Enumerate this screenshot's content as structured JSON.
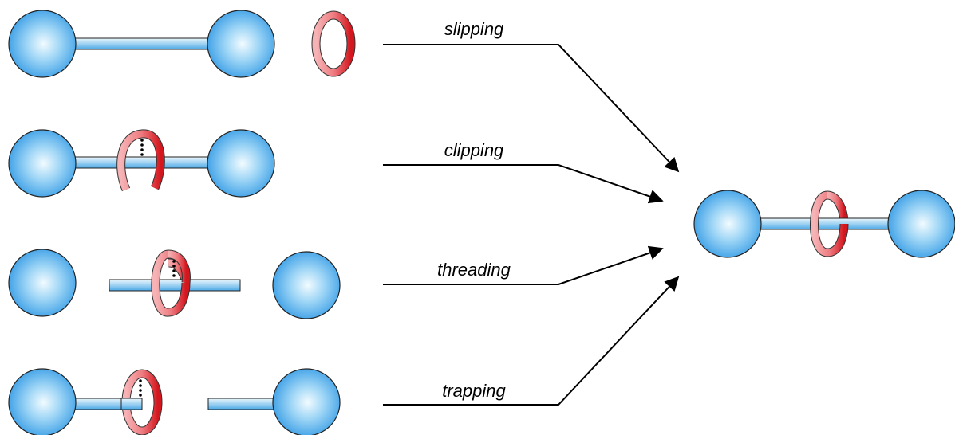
{
  "routes": [
    {
      "label": "slipping"
    },
    {
      "label": "clipping"
    },
    {
      "label": "threading"
    },
    {
      "label": "trapping"
    }
  ],
  "colors": {
    "sphere_highlight": "#f2fbff",
    "sphere_mid": "#7cc6f2",
    "sphere_edge": "#3a9ee6",
    "axle_light": "#dff1fb",
    "axle_dark": "#4aa8e6",
    "ring_dark": "#d8242c",
    "ring_light": "#f4a6a8",
    "line": "#000000"
  },
  "icons": [
    "sphere-stopper",
    "axle-rod",
    "macrocycle-ring",
    "hydrogen-bond-dots",
    "reaction-arrow"
  ]
}
